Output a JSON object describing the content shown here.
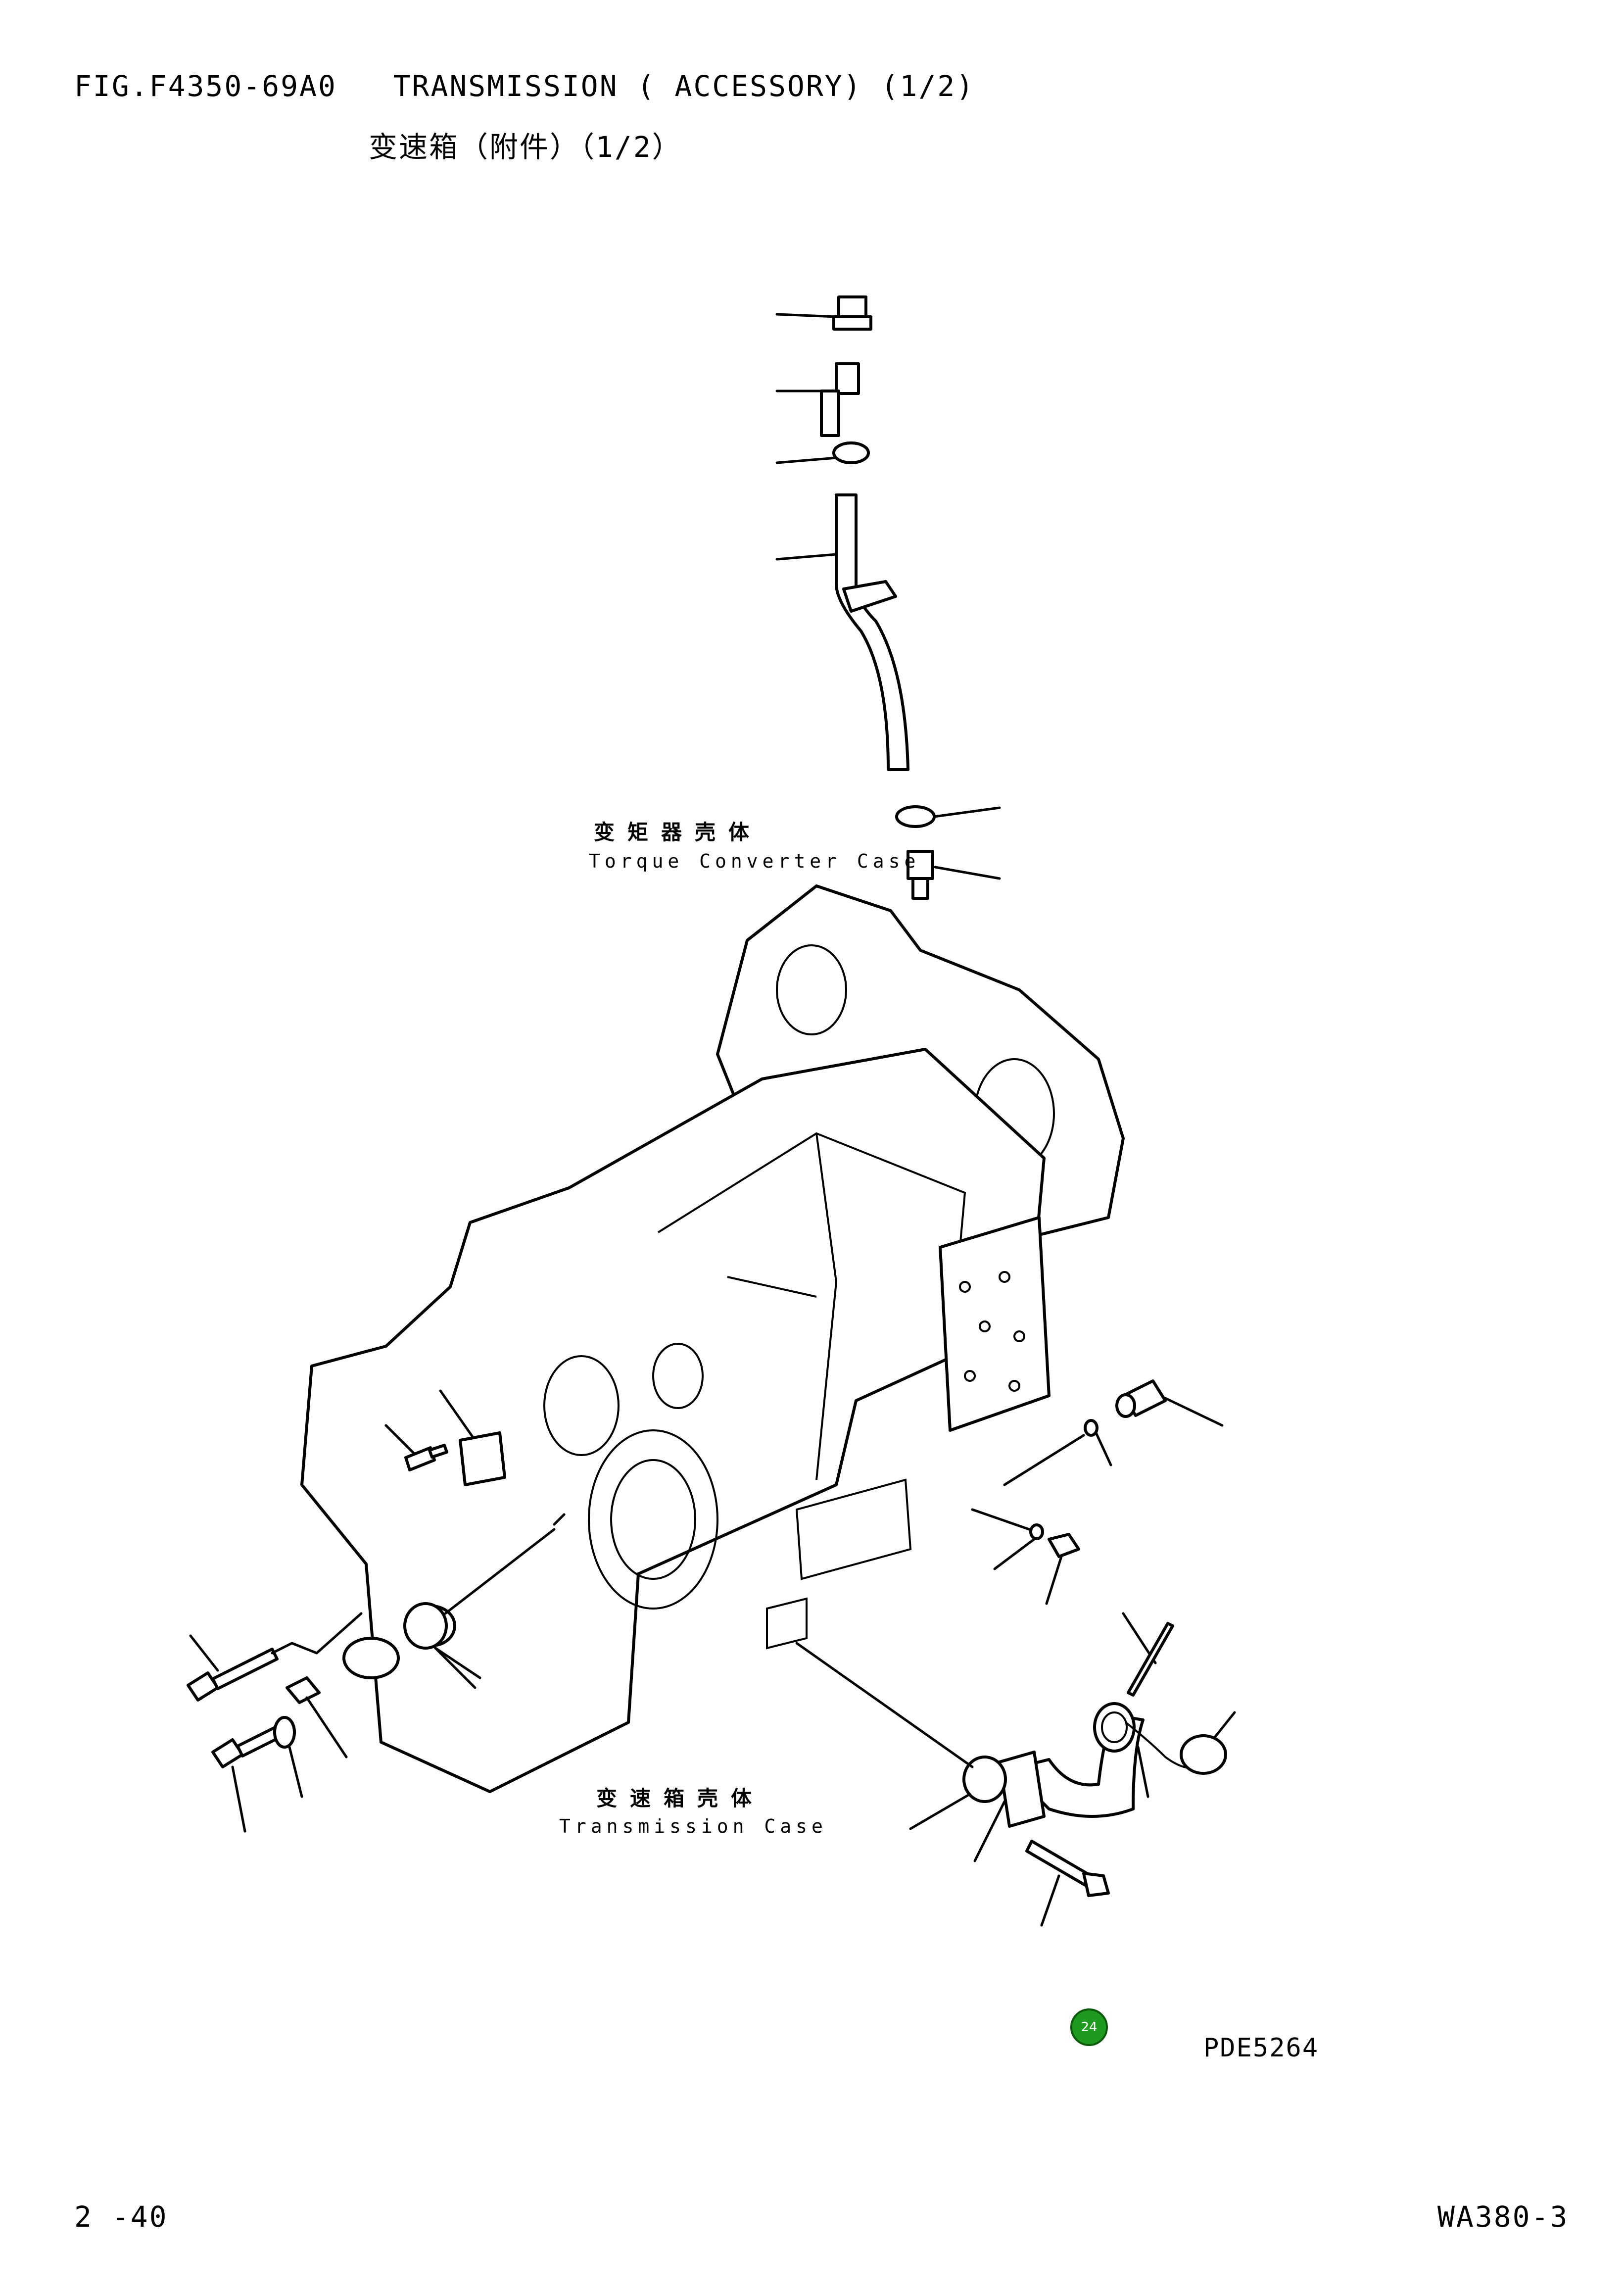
{
  "header": {
    "fig_title": "FIG.F4350-69A0   TRANSMISSION ( ACCESSORY) (1/2)",
    "fig_subtitle": "变速箱（附件）（1/2）"
  },
  "diagram": {
    "torque_converter_case_cn": "变矩器壳体",
    "torque_converter_case_en": "Torque Converter Case",
    "transmission_case_cn": "变速箱壳体",
    "transmission_case_en": "Transmission Case"
  },
  "badge": {
    "number": "24",
    "color": "#1e9a1e"
  },
  "reference_code": "PDE5264",
  "footer": {
    "page_number": "2 -40",
    "model": "WA380-3"
  }
}
